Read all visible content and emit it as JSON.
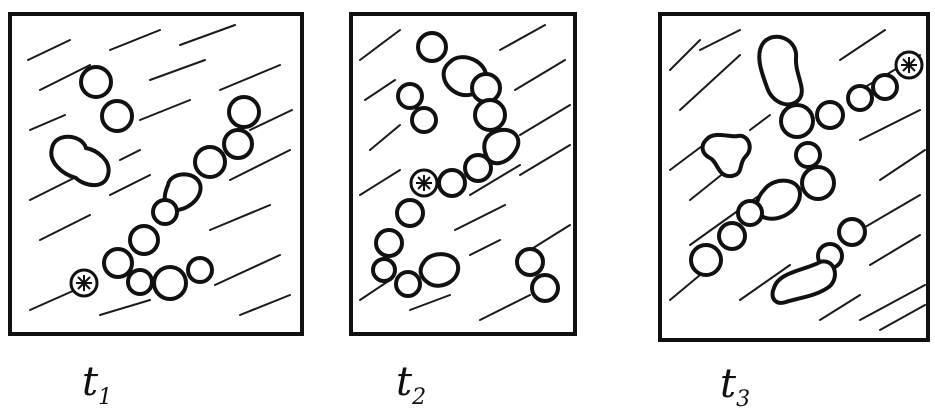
{
  "panels": [
    {
      "id": "t1",
      "label": "t",
      "subscript": "1"
    },
    {
      "id": "t2",
      "label": "t",
      "subscript": "2"
    },
    {
      "id": "t3",
      "label": "t",
      "subscript": "3"
    }
  ],
  "colors": {
    "ink": "#111111",
    "paper": "#ffffff"
  }
}
